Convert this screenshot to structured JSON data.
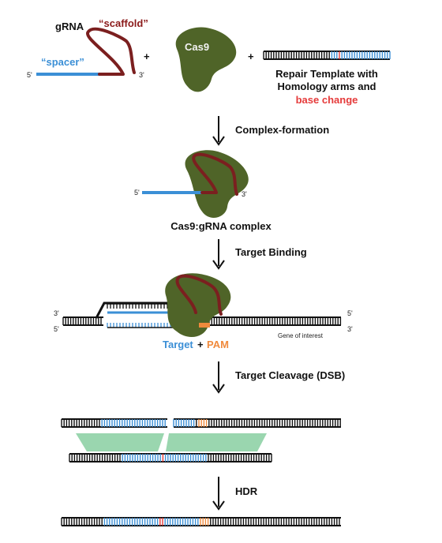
{
  "colors": {
    "cas9": "#4f6428",
    "scaffold": "#7b1f1f",
    "spacer": "#3b8fd6",
    "pam": "#f08a3c",
    "base_change": "#e53a3a",
    "homology": "#8fd1a6",
    "dna": "#111111"
  },
  "step1": {
    "grna_label": "gRNA",
    "scaffold_label": "“scaffold”",
    "spacer_label": "“spacer”",
    "five_prime": "5'",
    "three_prime": "3'",
    "plus": "+",
    "cas9_label": "Cas9",
    "repair_line1": "Repair Template with",
    "repair_line2": "Homology arms and",
    "repair_line3": "base change"
  },
  "arrows": {
    "complex_formation": "Complex-formation",
    "target_binding": "Target Binding",
    "target_cleavage": "Target Cleavage (DSB)",
    "hdr": "HDR"
  },
  "step2": {
    "five_prime": "5'",
    "three_prime": "3'",
    "complex_label": "Cas9:gRNA complex"
  },
  "step3": {
    "left_top": "3'",
    "left_bottom": "5'",
    "right_top": "5'",
    "right_bottom": "3'",
    "target": "Target",
    "plus": "+",
    "pam": "PAM",
    "gene_of_interest": "Gene of interest"
  }
}
